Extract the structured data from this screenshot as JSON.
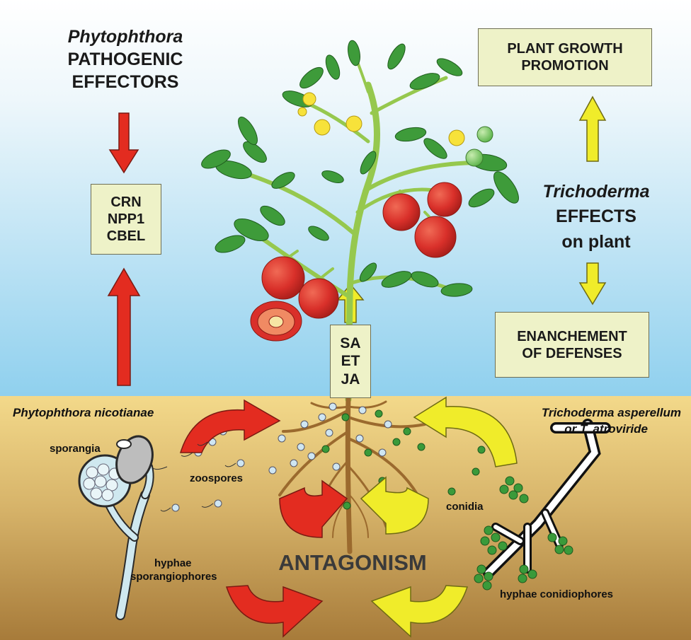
{
  "colors": {
    "sky_top": "#ffffff",
    "sky_bottom": "#8fd0ee",
    "soil_top": "#f3d98a",
    "soil_bottom": "#a77b3a",
    "red_arrow": "#e32c20",
    "yellow_arrow": "#f0ec2a",
    "box_fill": "#eef2c8",
    "leaf": "#3e9b3a",
    "stem": "#96c84e",
    "tomato": "#d9302a",
    "root": "#9b6a2e",
    "conidia": "#3a9a3a",
    "zoospore": "#cfe6f2"
  },
  "left_panel": {
    "title_italic": "Phytophthora",
    "title_line2": "PATHOGENIC",
    "title_line3": "EFFECTORS",
    "effectors_box": [
      "CRN",
      "NPP1",
      "CBEL"
    ]
  },
  "right_panel": {
    "growth_box": [
      "PLANT GROWTH",
      "PROMOTION"
    ],
    "effects_italic": "Trichoderma",
    "effects_line2": "EFFECTS",
    "effects_line3": "on plant",
    "defense_box": [
      "ENANCHEMENT",
      "OF DEFENSES"
    ]
  },
  "hormones_box": [
    "SA",
    "ET",
    "JA"
  ],
  "soil": {
    "pathogen_title": "Phytophthora nicotianae",
    "trichoderma_title_line1": "Trichoderma asperellum",
    "trichoderma_title_line2": "or T. atroviride",
    "sporangia": "sporangia",
    "zoospores": "zoospores",
    "hyphae_line1": "hyphae",
    "hyphae_line2": "sporangiophores",
    "conidia": "conidia",
    "hyphae_conidiophores": "hyphae conidiophores",
    "antagonism": "ANTAGONISM"
  }
}
